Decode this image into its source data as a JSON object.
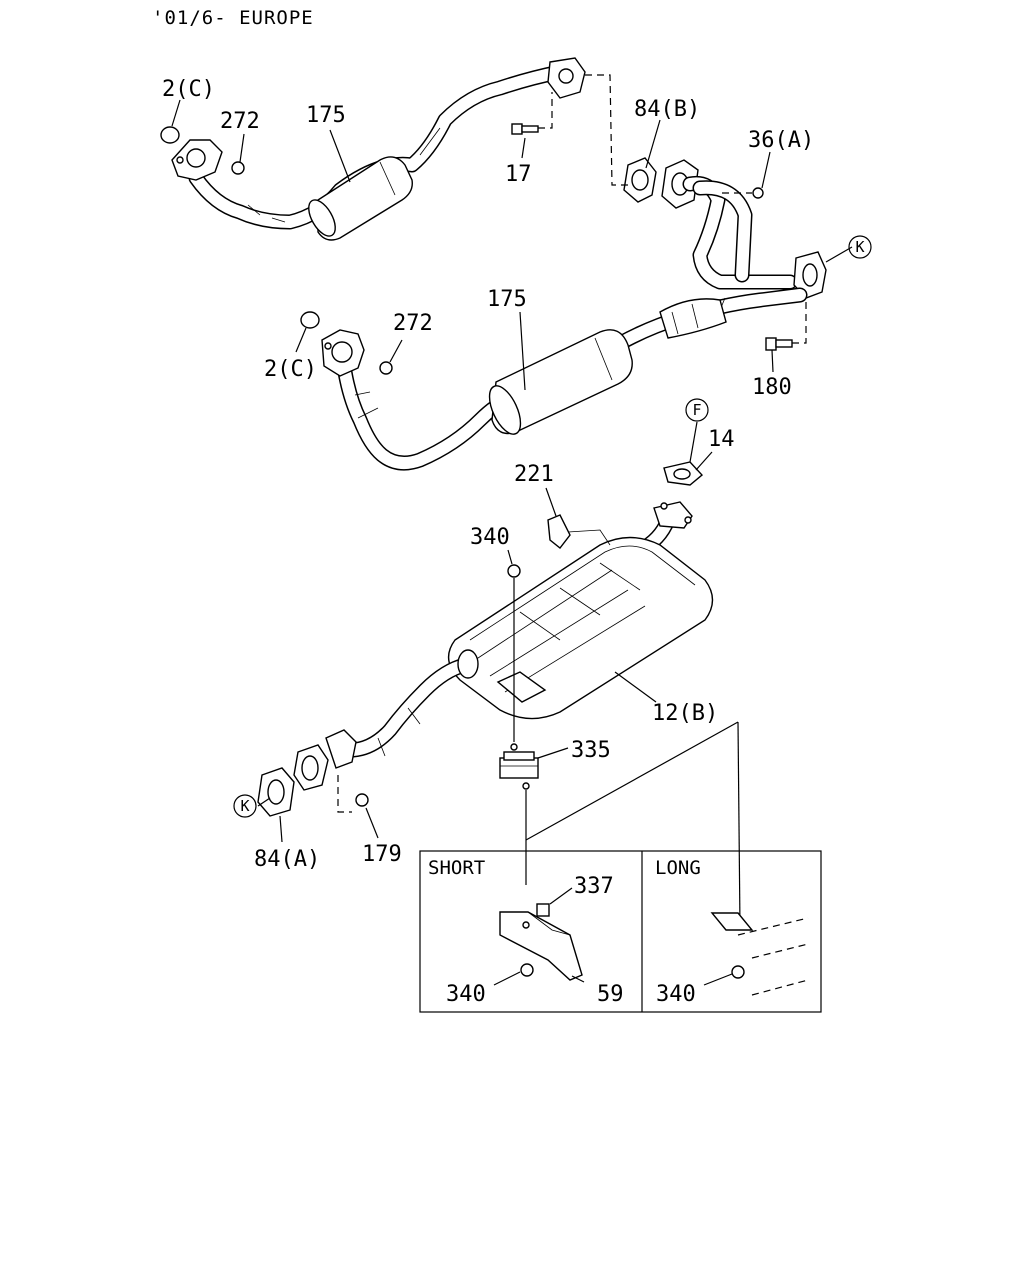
{
  "header": {
    "text": "'01/6- EUROPE"
  },
  "labels": {
    "l_2c_top": "2(C)",
    "l_272_top": "272",
    "l_175_top": "175",
    "l_17": "17",
    "l_84b": "84(B)",
    "l_36a": "36(A)",
    "l_k_right": "K",
    "l_175_mid": "175",
    "l_272_mid": "272",
    "l_2c_mid": "2(C)",
    "l_180": "180",
    "l_f": "F",
    "l_14": "14",
    "l_221": "221",
    "l_340_top": "340",
    "l_12b": "12(B)",
    "l_335": "335",
    "l_k_left": "K",
    "l_84a": "84(A)",
    "l_179": "179",
    "l_337": "337",
    "l_59": "59",
    "l_340_short": "340",
    "l_340_long": "340"
  },
  "inset": {
    "short_label": "SHORT",
    "long_label": "LONG"
  }
}
